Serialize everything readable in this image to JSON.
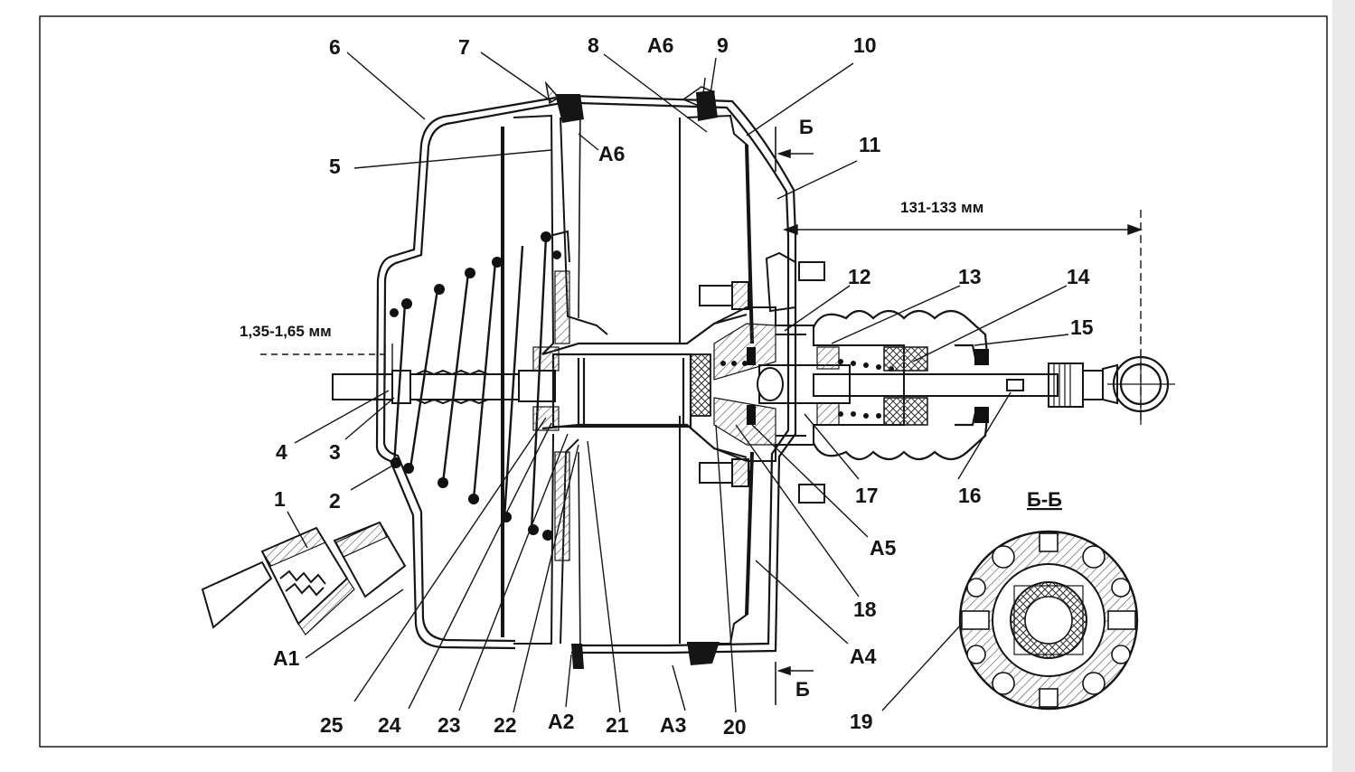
{
  "dimensions": {
    "gap": "1,35-1,65 мм",
    "rod_length": "131-133 мм"
  },
  "section_marks": {
    "top": "Б",
    "bottom": "Б",
    "detail_title": "Б-Б"
  },
  "callouts": {
    "n1": "1",
    "n2": "2",
    "n3": "3",
    "n4": "4",
    "n5": "5",
    "n6": "6",
    "n7": "7",
    "n8": "8",
    "n9": "9",
    "n10": "10",
    "n11": "11",
    "n12": "12",
    "n13": "13",
    "n14": "14",
    "n15": "15",
    "n16": "16",
    "n17": "17",
    "n18": "18",
    "n19": "19",
    "n20": "20",
    "n21": "21",
    "n22": "22",
    "n23": "23",
    "n24": "24",
    "n25": "25",
    "a1": "A1",
    "a2": "A2",
    "a3": "A3",
    "a4": "A4",
    "a5": "A5",
    "a6_top": "A6",
    "a6_mid": "A6"
  },
  "colors": {
    "ink": "#151515",
    "paper": "#ffffff",
    "hatch": "#6a6a6a"
  }
}
